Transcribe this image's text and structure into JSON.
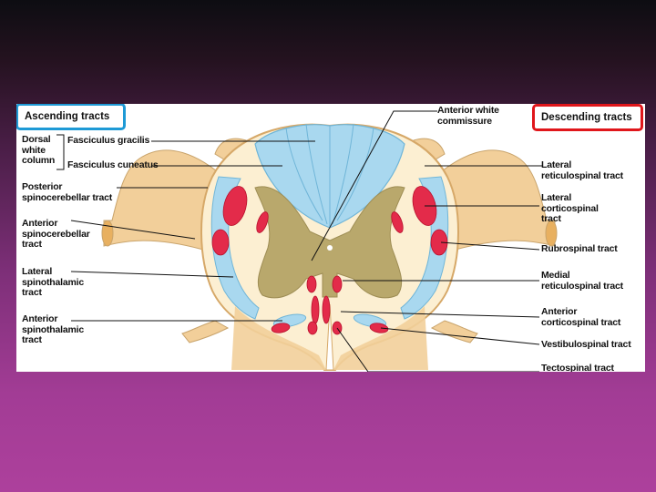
{
  "headers": {
    "ascending": "Ascending tracts",
    "descending": "Descending tracts"
  },
  "labels": {
    "dorsal_white_column": "Dorsal\nwhite\ncolumn",
    "fasciculus_gracilis": "Fasciculus gracilis",
    "fasciculus_cuneatus": "Fasciculus cuneatus",
    "posterior_spinocerebellar": "Posterior\nspinocerebellar tract",
    "anterior_spinocerebellar": "Anterior\nspinocerebellar\ntract",
    "lateral_spinothalamic": "Lateral\nspinothalamic\ntract",
    "anterior_spinothalamic": "Anterior\nspinothalamic\ntract",
    "anterior_white_commissure": "Anterior white\ncommissure",
    "lateral_reticulospinal": "Lateral\nreticulospinal tract",
    "lateral_corticospinal": "Lateral\ncorticospinal\ntract",
    "rubrospinal": "Rubrospinal tract",
    "medial_reticulospinal": "Medial\nreticulospinal tract",
    "anterior_corticospinal": "Anterior\ncorticospinal tract",
    "vestibulospinal": "Vestibulospinal tract",
    "tectospinal": "Tectospinal tract"
  },
  "colors": {
    "ascending_tracts": "#a9d8ef",
    "descending_tracts": "#e32b4a",
    "gray_matter": "#b9a86c",
    "white_matter": "#fcefd2",
    "nerve_roots": "#f2cf9a",
    "ascending_box": "#1e9ad6",
    "descending_box": "#e0161b"
  }
}
